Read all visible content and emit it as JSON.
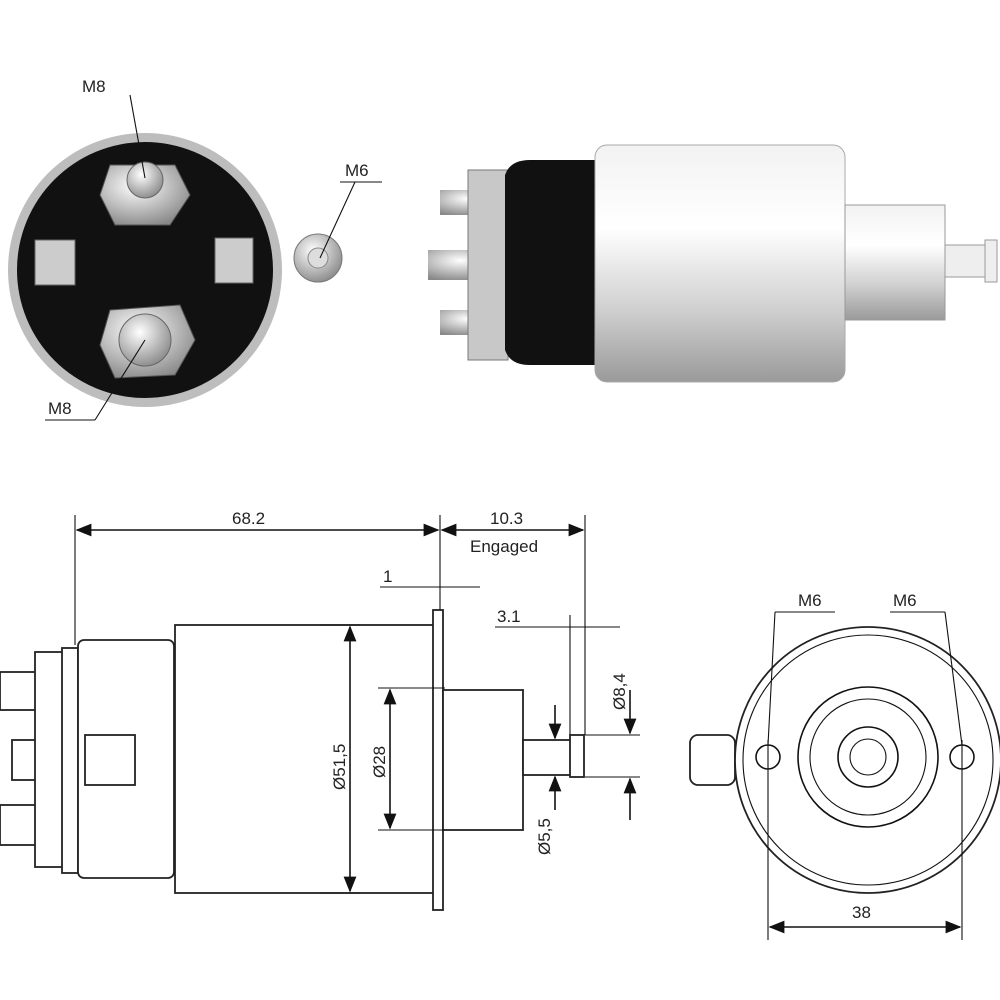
{
  "photo_labels": {
    "terminal_top": "M8",
    "terminal_side": "M6",
    "terminal_bottom": "M8"
  },
  "drawing": {
    "length_label": "68.2",
    "stroke_label": "10.3",
    "stroke_note": "Engaged",
    "flange_label": "1",
    "tip_label": "3.1",
    "body_diameter_label": "Ø51,5",
    "plunger_diameter_label": "Ø28",
    "tip_diameter_label": "Ø8,4",
    "rod_diameter_label": "Ø5,5",
    "hole_left_label": "M6",
    "hole_right_label": "M6",
    "hole_spacing_label": "38"
  },
  "colors": {
    "body_black": "#111111",
    "silver": "#d9d9d9",
    "line": "#111111"
  }
}
